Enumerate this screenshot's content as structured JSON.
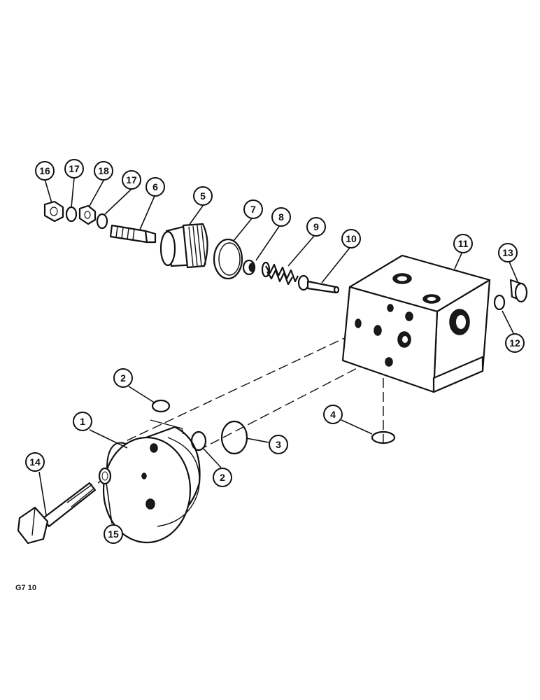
{
  "figure": {
    "code": "G7 10"
  },
  "callouts": [
    "16",
    "17",
    "18",
    "17",
    "6",
    "5",
    "7",
    "8",
    "9",
    "10",
    "11",
    "13",
    "12",
    "2",
    "1",
    "2",
    "3",
    "4",
    "14",
    "15"
  ]
}
